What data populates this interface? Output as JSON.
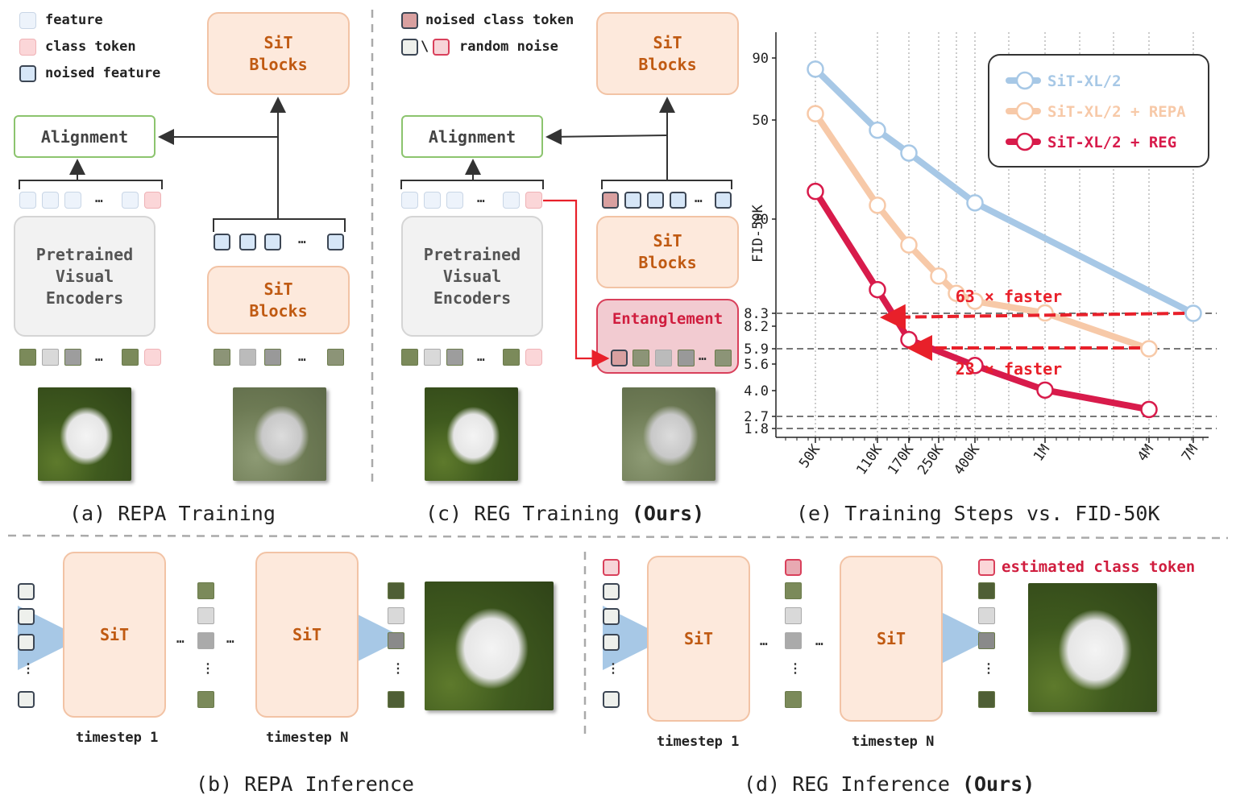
{
  "legend_left": {
    "feature": "feature",
    "class_token": "class token",
    "noised_feature": "noised feature"
  },
  "legend_mid": {
    "noised_class_token": "noised class token",
    "random_noise": "random noise",
    "separator": "\\"
  },
  "panel_a": {
    "alignment": "Alignment",
    "encoder_line1": "Pretrained",
    "encoder_line2": "Visual",
    "encoder_line3": "Encoders",
    "sit_top_line1": "SiT",
    "sit_top_line2": "Blocks",
    "sit_bottom_line1": "SiT",
    "sit_bottom_line2": "Blocks",
    "ellipsis": "…",
    "caption": "(a) REPA Training"
  },
  "panel_c": {
    "alignment": "Alignment",
    "encoder_line1": "Pretrained",
    "encoder_line2": "Visual",
    "encoder_line3": "Encoders",
    "sit_top_line1": "SiT",
    "sit_top_line2": "Blocks",
    "sit_mid_line1": "SiT",
    "sit_mid_line2": "Blocks",
    "entanglement": "Entanglement",
    "ellipsis": "…",
    "caption_prefix": "(c) REG Training ",
    "caption_bold": "(Ours)"
  },
  "panel_b": {
    "sit1": "SiT",
    "sit2": "SiT",
    "timestep1": "timestep 1",
    "timestepN": "timestep N",
    "ellipsis": "…",
    "vdots": "⋮",
    "caption": "(b) REPA Inference"
  },
  "panel_d": {
    "sit1": "SiT",
    "sit2": "SiT",
    "timestep1": "timestep 1",
    "timestepN": "timestep N",
    "estimated": "estimated class token",
    "ellipsis": "…",
    "vdots": "⋮",
    "caption_prefix": "(d) REG Inference ",
    "caption_bold": "(Ours)"
  },
  "panel_e": {
    "caption": "(e) Training Steps vs. FID-50K"
  },
  "colors": {
    "blue": "#a7c8e6",
    "peach": "#f7c9a8",
    "red": "#d81b4b",
    "arrow_red": "#e8202a"
  },
  "chart_data": {
    "type": "line",
    "ylabel": "FID-50K",
    "y_scale": "log",
    "x_ticks": [
      "50K",
      "110K",
      "170K",
      "250K",
      "400K",
      "1M",
      "4M",
      "7M"
    ],
    "y_ticks": [
      "90",
      "50",
      "20",
      "8.3",
      "8.2",
      "5.9",
      "5.6",
      "4.0",
      "2.7",
      "1.8"
    ],
    "series": [
      {
        "name": "SiT-XL/2",
        "color": "#a7c8e6",
        "x": [
          "50K",
          "110K",
          "170K",
          "400K",
          "7M"
        ],
        "values": [
          80,
          42,
          33,
          19.5,
          8.3
        ]
      },
      {
        "name": "SiT-XL/2 + REPA",
        "color": "#f7c9a8",
        "x": [
          "50K",
          "110K",
          "170K",
          "250K",
          "300K",
          "400K",
          "1M",
          "4M"
        ],
        "values": [
          50,
          19,
          12.5,
          9.0,
          7.5,
          6.9,
          6.1,
          5.9
        ]
      },
      {
        "name": "SiT-XL/2 + REG",
        "color": "#d81b4b",
        "x": [
          "50K",
          "110K",
          "170K",
          "400K",
          "1M",
          "4M"
        ],
        "values": [
          22,
          7.8,
          4.6,
          3.5,
          2.7,
          2.2
        ]
      }
    ],
    "annotations": [
      {
        "text": "63 × faster",
        "from": "7M",
        "to": "110K",
        "y": 8.3
      },
      {
        "text": "23 × faster",
        "from": "4M",
        "to": "170K",
        "y": 5.9
      }
    ],
    "hlines": [
      8.3,
      5.9,
      2.7,
      1.8
    ],
    "grid": "vertical dotted",
    "legend_position": "top-right"
  }
}
